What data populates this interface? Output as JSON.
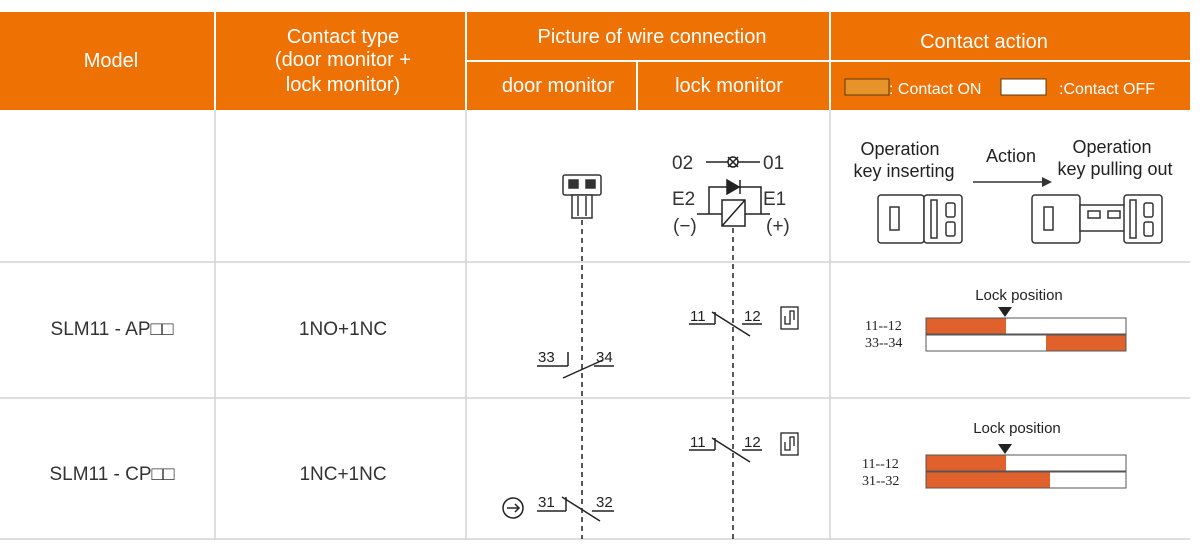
{
  "header": {
    "model": "Model",
    "contact_type_lines": [
      "Contact type",
      "(door monitor +",
      "lock monitor)"
    ],
    "wire_connection": "Picture of wire connection",
    "door_monitor": "door monitor",
    "lock_monitor": "lock monitor",
    "contact_action": "Contact action",
    "legend_on": ": Contact ON",
    "legend_off": ":Contact OFF"
  },
  "diagram_row": {
    "terminal_02": "02",
    "terminal_01": "01",
    "terminal_e2": "E2",
    "terminal_e1": "E1",
    "polarity_neg": "(−)",
    "polarity_pos": "(+)",
    "op_insert_lines": [
      "Operation",
      "key inserting"
    ],
    "action": "Action",
    "op_pull_lines": [
      "Operation",
      "key pulling out"
    ]
  },
  "rows": [
    {
      "model": "SLM11 - AP□□",
      "contact_type": "1NO+1NC",
      "lock_terminals": [
        "11",
        "12"
      ],
      "door_terminals": [
        "33",
        "34"
      ],
      "lock_position_label": "Lock position",
      "bars": [
        {
          "label": "11--12",
          "on_segments": [
            [
              0,
              0.4
            ]
          ]
        },
        {
          "label": "33--34",
          "on_segments": [
            [
              0.6,
              1.0
            ]
          ]
        }
      ]
    },
    {
      "model": "SLM11 - CP□□",
      "contact_type": "1NC+1NC",
      "lock_terminals": [
        "11",
        "12"
      ],
      "door_terminals": [
        "31",
        "32"
      ],
      "lock_position_label": "Lock position",
      "bars": [
        {
          "label": "11--12",
          "on_segments": [
            [
              0,
              0.4
            ]
          ]
        },
        {
          "label": "31--32",
          "on_segments": [
            [
              0,
              0.62
            ]
          ]
        }
      ]
    }
  ],
  "colors": {
    "header_bg": "#ee7203",
    "on_fill": "#e0612b",
    "legend_on_fill": "#e6932a",
    "grid": "#d4d4d4"
  }
}
